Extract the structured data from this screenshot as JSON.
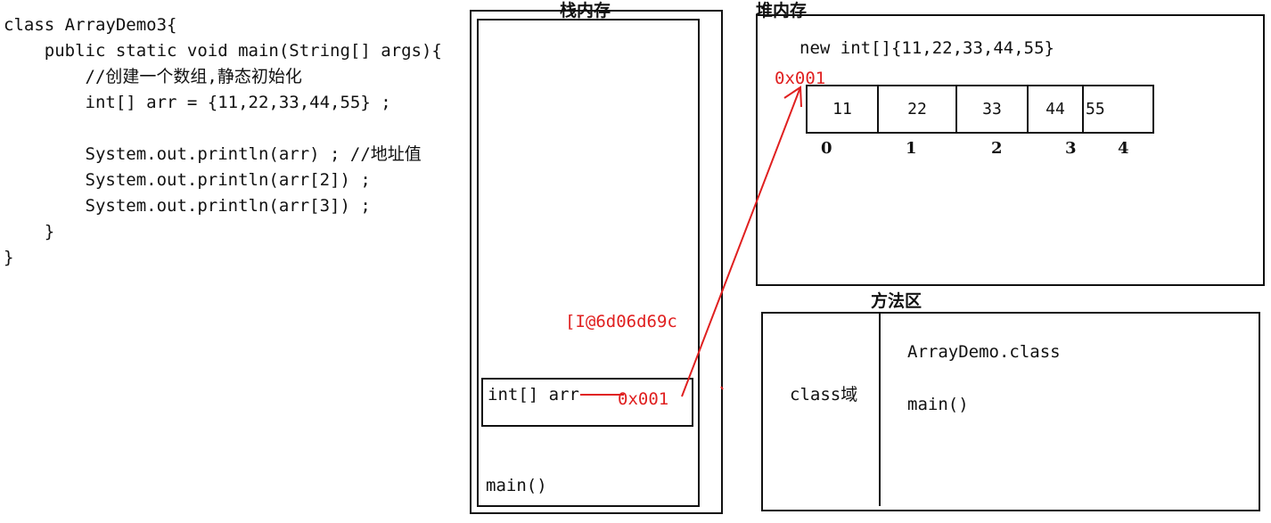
{
  "code": {
    "lines": [
      "class ArrayDemo3{",
      "    public static void main(String[] args){",
      "        //创建一个数组,静态初始化",
      "        int[] arr = {11,22,33,44,55} ;",
      "",
      "        System.out.println(arr) ; //地址值",
      "        System.out.println(arr[2]) ;",
      "        System.out.println(arr[3]) ;",
      "    }",
      "}"
    ]
  },
  "stack": {
    "title": "栈内存",
    "printed_value": "[I@6d06d69c",
    "var_label": "int[] arr",
    "var_value": "0x001",
    "method_label": "main()"
  },
  "heap": {
    "title": "堆内存",
    "expression": "new int[]{11,22,33,44,55}",
    "address": "0x001",
    "cells": [
      "11",
      "22",
      "33",
      "44",
      "55"
    ],
    "indices": [
      "0",
      "1",
      "2",
      "3",
      "4"
    ]
  },
  "method_area": {
    "title": "方法区",
    "left_label": "class域",
    "class_name": "ArrayDemo.class",
    "method": "main()"
  },
  "colors": {
    "accent": "#e02020",
    "line": "#111111"
  }
}
